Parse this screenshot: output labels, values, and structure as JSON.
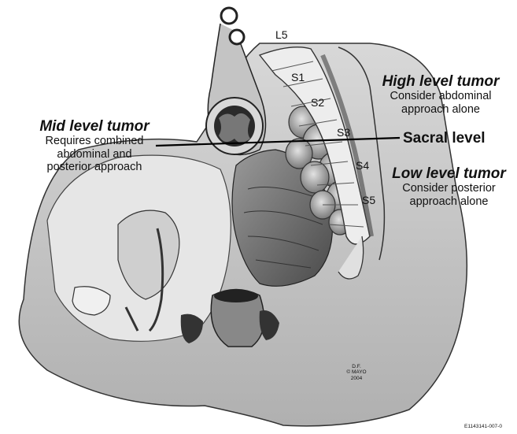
{
  "labels": {
    "high": {
      "heading": "High level tumor",
      "line1": "Consider abdominal",
      "line2": "approach alone"
    },
    "mid": {
      "heading": "Mid level tumor",
      "line1": "Requires combined",
      "line2": "abdominal and",
      "line3": "posterior approach"
    },
    "low": {
      "heading": "Low level tumor",
      "line1": "Consider posterior",
      "line2": "approach alone"
    },
    "sacral": "Sacral level"
  },
  "vertebrae": [
    "L5",
    "S1",
    "S2",
    "S3",
    "S4",
    "S5"
  ],
  "credit": {
    "line1": "D.F.",
    "line2": "© MAYO",
    "line3": "2004"
  },
  "figure_code": "E1143141-007-0",
  "colors": {
    "ink": "#111111",
    "tissue_light": "#e4e4e4",
    "tissue_mid": "#b8b8b8",
    "tissue_dark": "#5a5a5a"
  }
}
